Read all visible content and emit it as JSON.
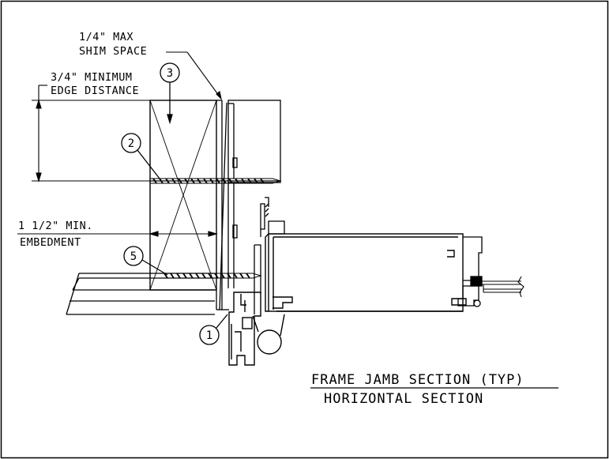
{
  "drawing": {
    "notes": {
      "shim_line1": "1/4\" MAX",
      "shim_line2": "SHIM SPACE",
      "edge_line1": "3/4\" MINIMUM",
      "edge_line2": "EDGE DISTANCE",
      "embed_line1": "1 1/2\" MIN.",
      "embed_line2": "EMBEDMENT"
    },
    "callouts": [
      "1",
      "2",
      "3",
      "5"
    ],
    "title": {
      "line1": "FRAME JAMB SECTION (TYP)",
      "line2": "HORIZONTAL SECTION"
    }
  }
}
